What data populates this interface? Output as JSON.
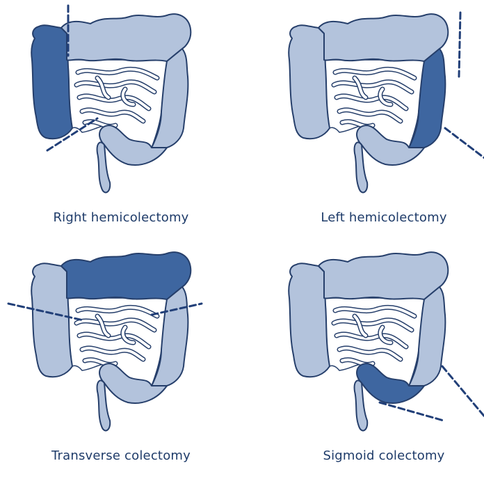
{
  "colors": {
    "light_fill": "#b3c3dc",
    "dark_fill": "#3e66a0",
    "outline": "#263f6b",
    "intestine_bg": "#ffffff",
    "cut_line": "#213f78",
    "caption_text": "#1e3b69"
  },
  "panels": [
    {
      "caption": "Right hemicolectomy",
      "removed_segment": "right colon"
    },
    {
      "caption": "Left hemicolectomy",
      "removed_segment": "left colon"
    },
    {
      "caption": "Transverse colectomy",
      "removed_segment": "transverse colon"
    },
    {
      "caption": "Sigmoid colectomy",
      "removed_segment": "sigmoid colon"
    }
  ]
}
